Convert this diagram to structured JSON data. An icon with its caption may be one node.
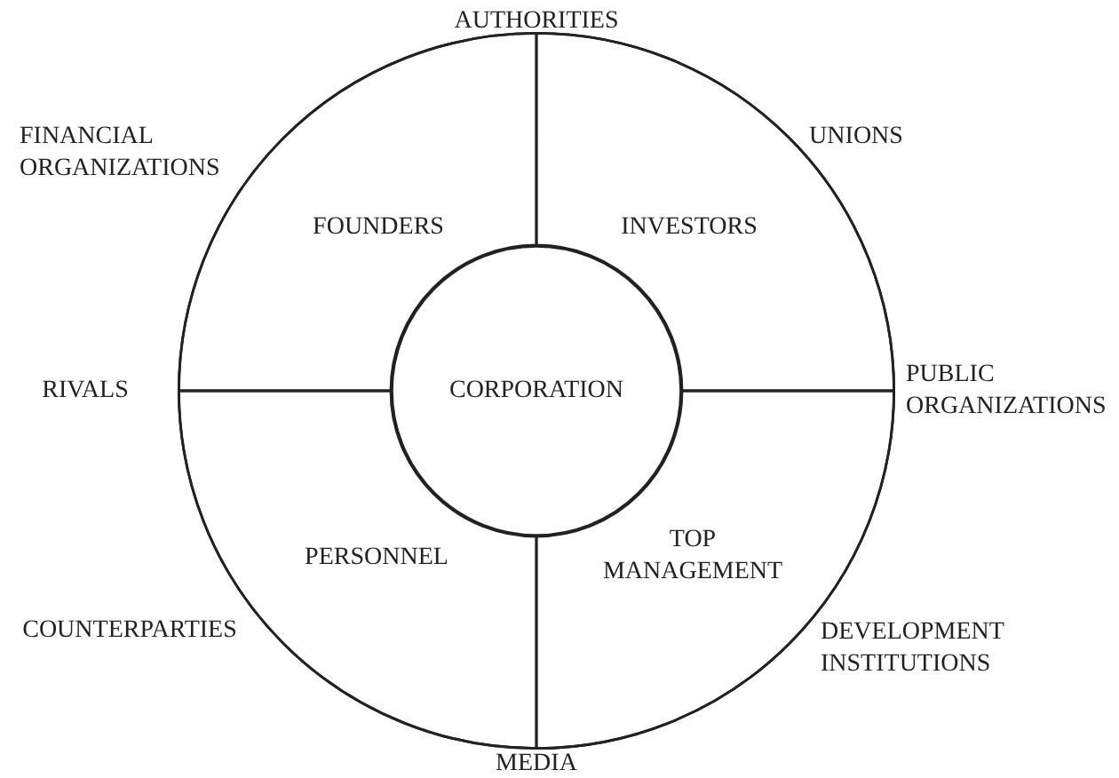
{
  "diagram": {
    "nodes": [
      {
        "text": [],
        "shape": "circle"
      },
      {
        "text": [
          "FOUNDERS"
        ],
        "in": 0
      },
      {
        "text": [
          "INVESTORS"
        ],
        "in": 0
      },
      {
        "text": [
          "CORPORATION"
        ],
        "in": 0
      },
      {
        "text": [
          "PERSONNEL"
        ],
        "in": 0
      },
      {
        "text": [
          "TOP MANAGEMENT"
        ],
        "in": 0
      }
    ],
    "edges": [],
    "labels": [
      "AUTHORITIES",
      "FINANCIAL ORGANIZATIONS",
      "UNIONS",
      "RIVALS",
      "PUBLIC ORGANIZATIONS",
      "COUNTERPARTIES",
      "DEVELOPMENT INSTITUTIONS",
      "MEDIA"
    ]
  }
}
